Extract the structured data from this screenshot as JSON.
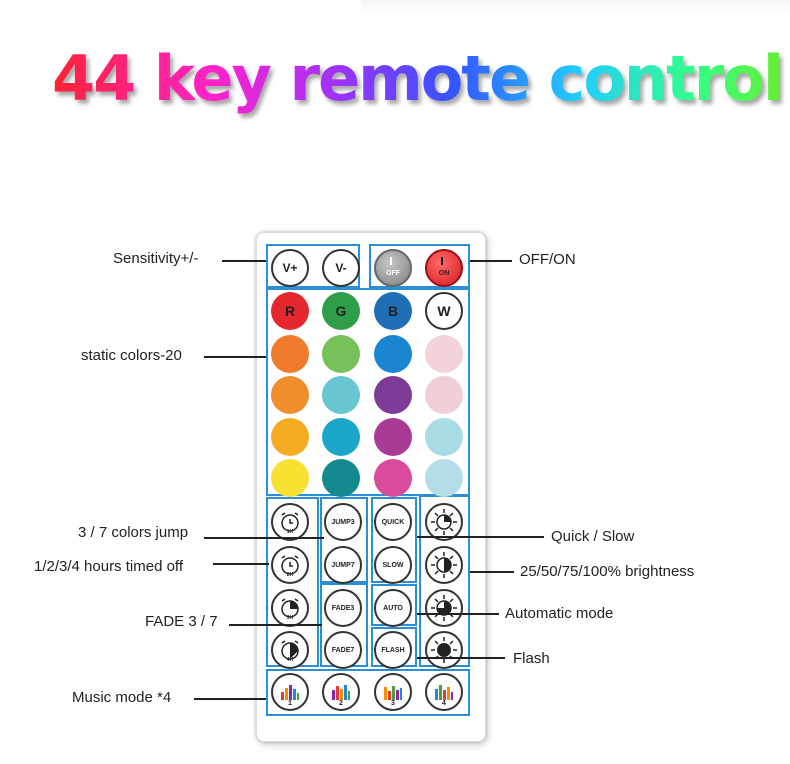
{
  "title": "44 key remote control",
  "labels": {
    "sensitivity": "Sensitivity+/-",
    "off_on": "OFF/ON",
    "static_colors": "static colors-20",
    "colors_jump": "3 / 7 colors jump",
    "timed_off": "1/2/3/4 hours timed off",
    "fade": "FADE 3 / 7",
    "music_mode": "Music mode *4",
    "quick_slow": "Quick / Slow",
    "brightness": "25/50/75/100% brightness",
    "auto_mode": "Automatic mode",
    "flash": "Flash"
  },
  "buttons": {
    "v_plus": "V+",
    "v_minus": "V-",
    "off": "OFF",
    "on": "ON",
    "r": "R",
    "g": "G",
    "b": "B",
    "w": "W",
    "timer_1": "1H",
    "timer_2": "2H",
    "timer_3": "3H",
    "timer_4": "4H",
    "jump3": "JUMP3",
    "jump7": "JUMP7",
    "fade3": "FADE3",
    "fade7": "FADE7",
    "quick": "QUICK",
    "slow": "SLOW",
    "auto": "AUTO",
    "flash": "FLASH",
    "music_1": "1",
    "music_2": "2",
    "music_3": "3",
    "music_4": "4"
  },
  "colors": {
    "accent_box": "#2b8fd6",
    "r": "#e5282d",
    "g": "#2e9e4a",
    "b": "#1f6fb6",
    "w": "#ffffff",
    "row1": [
      "#ef7a2a",
      "#76c15a",
      "#1a86cf",
      "#f3d3d8"
    ],
    "row2": [
      "#f08e2c",
      "#67c6cf",
      "#7b3b96",
      "#f0cfd7"
    ],
    "row3": [
      "#f4ad23",
      "#1aa7c9",
      "#a93a96",
      "#a9dce4"
    ],
    "row4": [
      "#f7e231",
      "#138a90",
      "#da4c9b",
      "#b5dde7"
    ]
  }
}
